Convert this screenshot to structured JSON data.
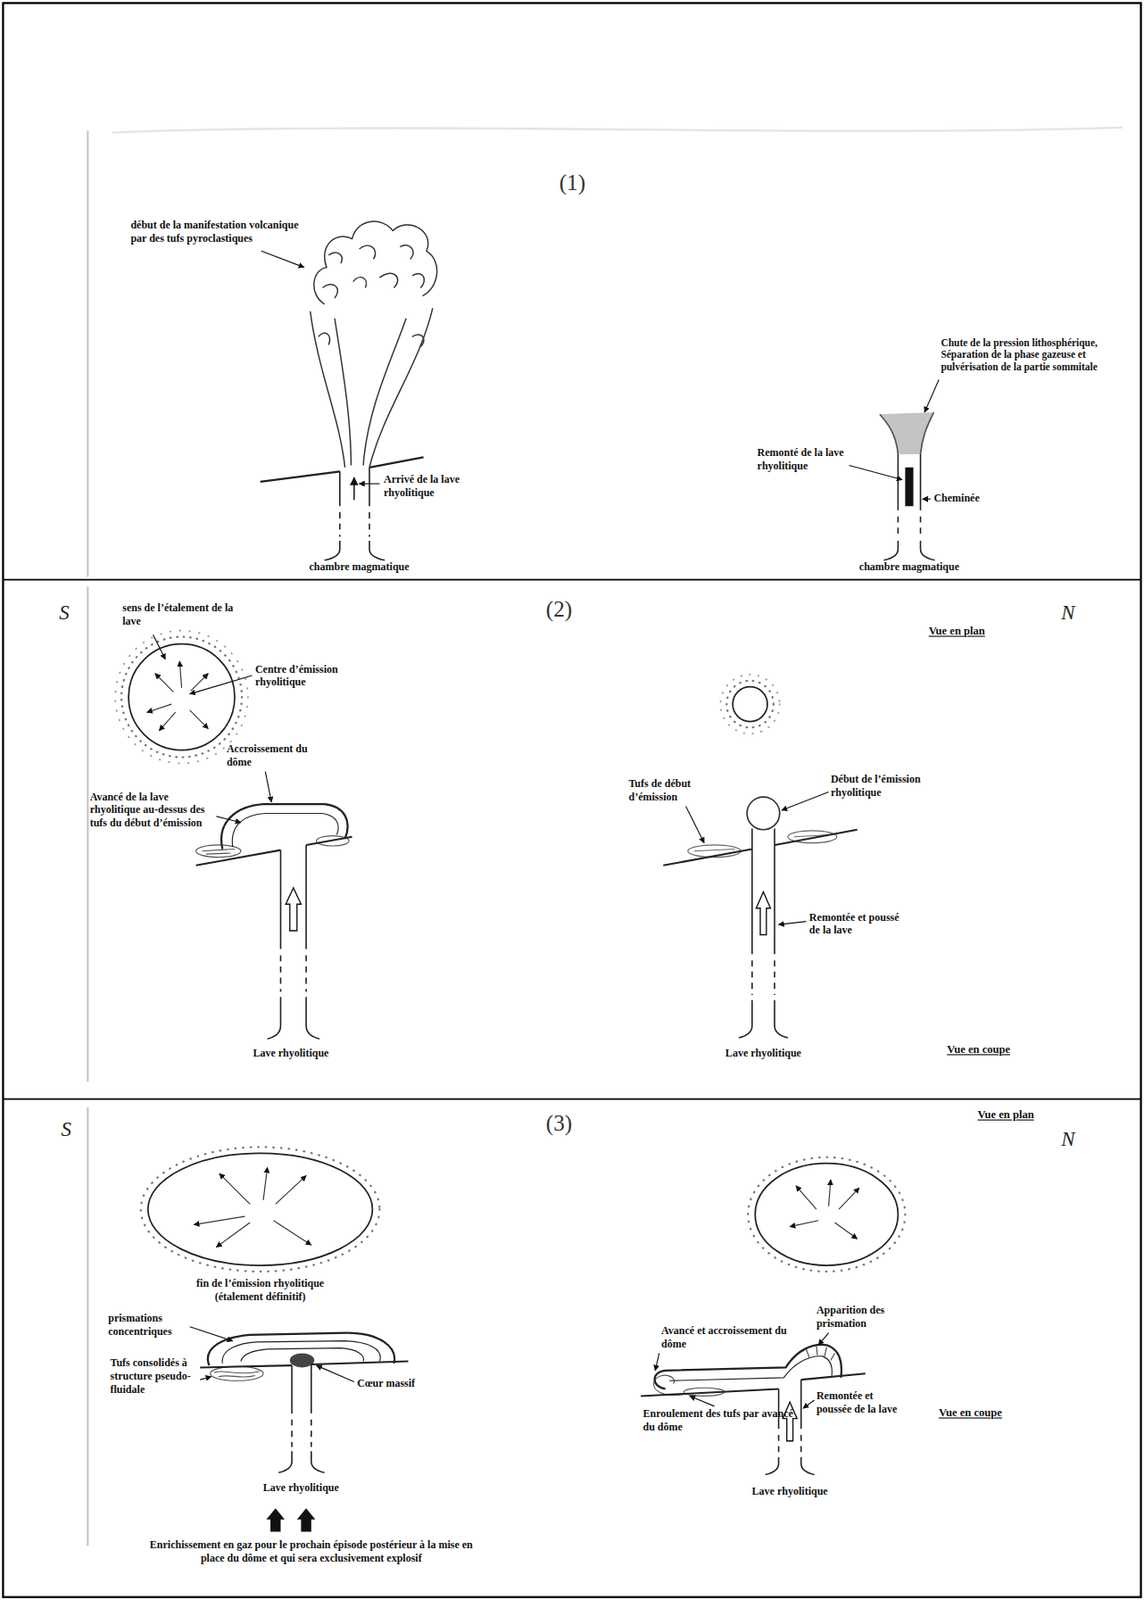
{
  "diagram": {
    "labels": [
      "(1)",
      "début de la manifestation volcanique par des tufs pyroclastiques",
      "Arrivé de la lave rhyolitique",
      "chambre magmatique",
      "Chute de la pression lithosphérique, Séparation de la phase gazeuse et pulvérisation de la partie sommitale",
      "Remonté de la lave rhyolitique",
      "Cheminée",
      "chambre magmatique",
      "S",
      "(2)",
      "N",
      "sens de l’étalement de la lave",
      "Centre d’émission rhyolitique",
      "Vue en plan",
      "Accroissement du dôme",
      "Avancé de la lave rhyolitique au-dessus des tufs du début d’émission",
      "Lave rhyolitique",
      "Tufs de début d’émission",
      "Début de l’émission rhyolitique",
      "Remontée et poussé de la lave",
      "Vue en coupe",
      "Lave rhyolitique",
      "S",
      "(3)",
      "Vue en plan",
      "N",
      "fin de l’émission rhyolitique (étalement définitif)",
      "prismations concentriques",
      "Tufs consolidés à structure pseudo-fluidale",
      "Cœur massif",
      "Lave rhyolitique",
      "Enrichissement en gaz pour le prochain épisode postérieur à la mise en place du dôme et qui sera exclusivement explosif",
      "Apparition des prismation",
      "Avancé et accroissement du dôme",
      "Remontée et poussée de la lave",
      "Enroulement des tufs par avancé du dôme",
      "Vue en coupe",
      "Lave rhyolitique"
    ]
  }
}
